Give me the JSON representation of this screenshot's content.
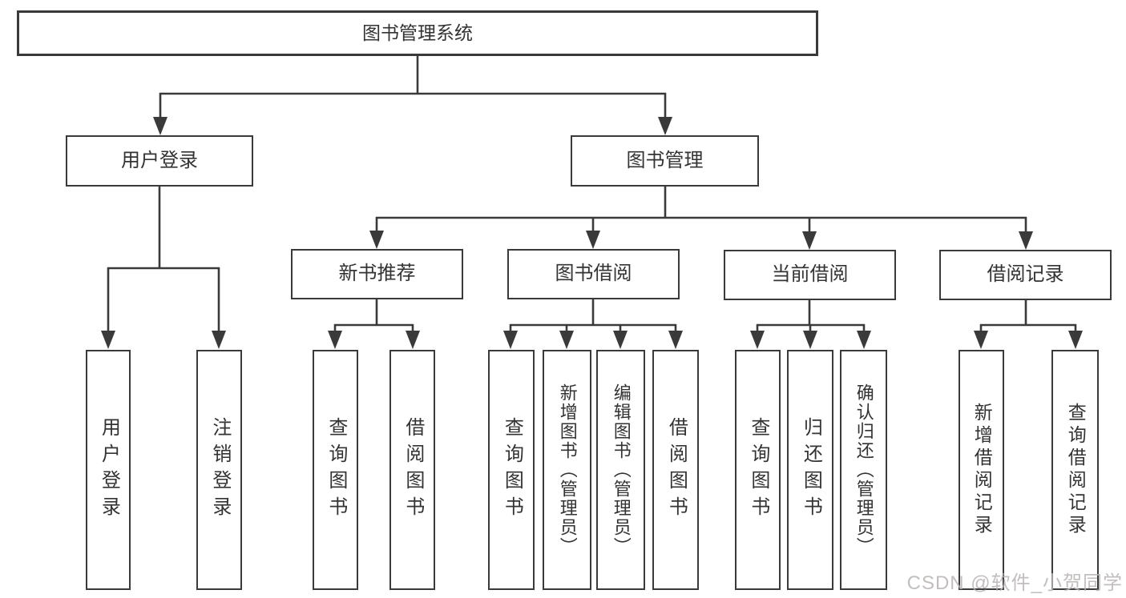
{
  "colors": {
    "line": "#3a3a3a",
    "text": "#333333",
    "background": "#ffffff",
    "watermark_text": "#b7b3b2"
  },
  "watermark": "CSDN @软件_小贺同学",
  "tree": {
    "root": {
      "label": "图书管理系统"
    },
    "branches": [
      {
        "label": "用户登录",
        "children": [
          {
            "label": "用户登录"
          },
          {
            "label": "注销登录"
          }
        ]
      },
      {
        "label": "图书管理",
        "children": [
          {
            "label": "新书推荐",
            "children": [
              {
                "label": "查询图书"
              },
              {
                "label": "借阅图书"
              }
            ]
          },
          {
            "label": "图书借阅",
            "children": [
              {
                "label": "查询图书"
              },
              {
                "label": "新增图书（管理员）"
              },
              {
                "label": "编辑图书（管理员）"
              },
              {
                "label": "借阅图书"
              }
            ]
          },
          {
            "label": "当前借阅",
            "children": [
              {
                "label": "查询图书"
              },
              {
                "label": "归还图书"
              },
              {
                "label": "确认归还（管理员）"
              }
            ]
          },
          {
            "label": "借阅记录",
            "children": [
              {
                "label": "新增借阅记录"
              },
              {
                "label": "查询借阅记录"
              }
            ]
          }
        ]
      }
    ]
  }
}
